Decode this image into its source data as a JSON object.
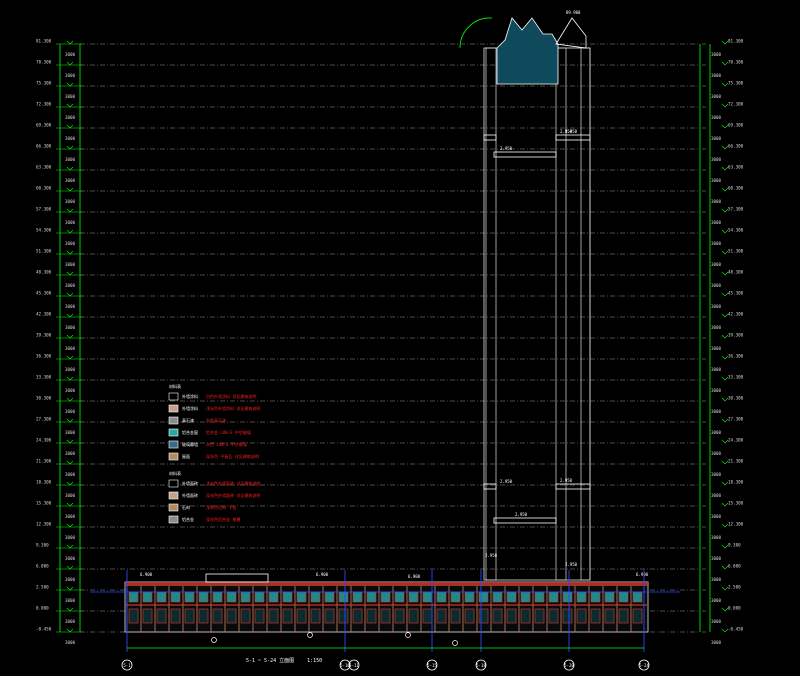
{
  "drawing": {
    "colors": {
      "background": "#000000",
      "grid_line": "#c8c8c8",
      "dimension": "#00ff00",
      "axis": "#2a4cff",
      "roof": "#0e4a5c",
      "facade_red": "#c0392b",
      "facade_teal": "#1f8a8a",
      "legend_red": "#ff2020",
      "white": "#ffffff"
    },
    "level_labels_left": [
      "81.300",
      "78.300",
      "75.300",
      "72.300",
      "69.300",
      "66.300",
      "63.300",
      "60.300",
      "57.300",
      "54.300",
      "51.300",
      "48.300",
      "45.300",
      "42.300",
      "39.300",
      "36.300",
      "33.300",
      "30.300",
      "27.300",
      "24.300",
      "21.300",
      "18.300",
      "15.300",
      "12.300",
      "9.300",
      "6.000",
      "2.500",
      "0.000",
      "-0.450"
    ],
    "level_labels_right": [
      "81.300",
      "78.300",
      "75.300",
      "72.300",
      "69.300",
      "66.300",
      "63.300",
      "60.300",
      "57.300",
      "54.300",
      "51.300",
      "48.300",
      "45.300",
      "42.300",
      "39.300",
      "36.300",
      "33.300",
      "30.300",
      "27.300",
      "24.300",
      "21.300",
      "18.300",
      "15.300",
      "12.300",
      "9.300",
      "6.000",
      "2.500",
      "0.000",
      "-0.450"
    ],
    "axis_markers": [
      "5-1",
      "5-10",
      "5-11",
      "5-15",
      "5-18",
      "5-20",
      "5-24"
    ],
    "tower_labels": [
      "2.950",
      "2.950",
      "2.950",
      "2.950",
      "2.950",
      "2.950",
      "2.950",
      "2.950"
    ],
    "podium_labels": [
      "6.900",
      "6.900",
      "6.900",
      "6.900"
    ],
    "title": "5-1 ~ 5-24 立面图",
    "scale": "1:150",
    "legend_group_1": {
      "header": "材料表",
      "items": [
        {
          "swatch": "#000000",
          "name": "外墙涂料",
          "note": "白色外墙涂料 详见建筑说明"
        },
        {
          "swatch": "#c7a08a",
          "name": "外墙涂料",
          "note": "浅米色外墙涂料 详见建筑说明"
        },
        {
          "swatch": "#8e8c8a",
          "name": "真石漆",
          "note": "灰色真石漆"
        },
        {
          "swatch": "#2aa8a8",
          "name": "铝合金窗",
          "note": "铝合金 LOW-E 中空玻璃"
        },
        {
          "swatch": "#3a6a8a",
          "name": "玻璃幕墙",
          "note": "灰色 LOW-E 中空玻璃"
        },
        {
          "swatch": "#b08c60",
          "name": "屋面",
          "note": "深灰色 平板瓦 详见建筑说明"
        }
      ]
    },
    "legend_group_2": {
      "header": "材料表",
      "items": [
        {
          "swatch": "#000000",
          "name": "外墙面砖",
          "note": "浅米色外墙面砖 详见建筑说明"
        },
        {
          "swatch": "#c7a08a",
          "name": "外墙面砖",
          "note": "深米色外墙面砖 详见建筑说明"
        },
        {
          "swatch": "#b08c60",
          "name": "石材",
          "note": "浅米色石材 干挂"
        },
        {
          "swatch": "#8e8c8a",
          "name": "铝合金",
          "note": "深灰色铝合金 格栅"
        }
      ]
    }
  }
}
